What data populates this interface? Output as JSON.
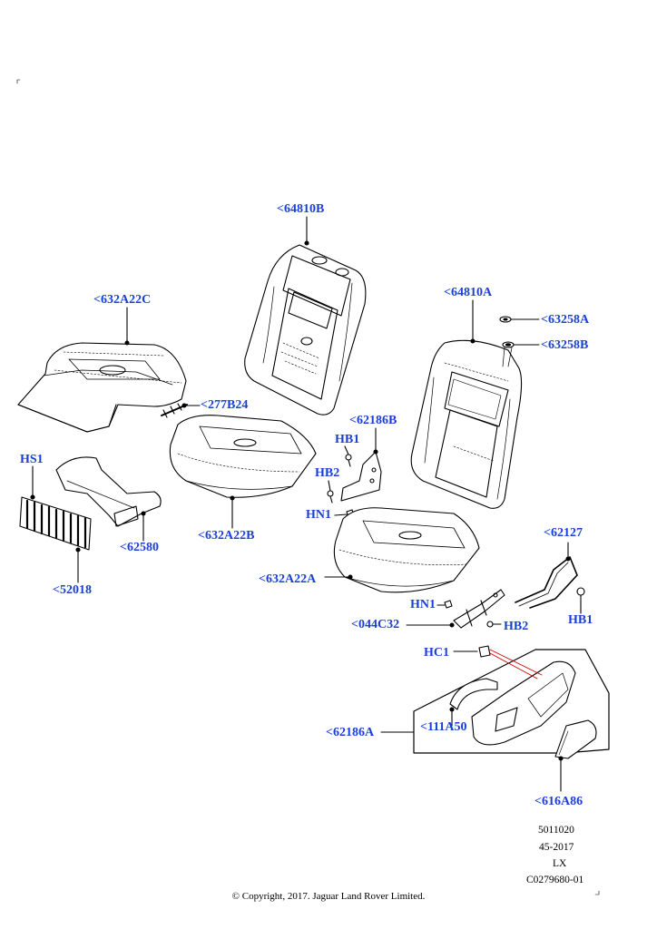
{
  "callouts": {
    "c64810B": "<64810B",
    "c632A22C": "<632A22C",
    "c64810A": "<64810A",
    "c63258A": "<63258A",
    "c63258B": "<63258B",
    "c277B24": "<277B24",
    "c62186B": "<62186B",
    "HB1_upper": "HB1",
    "HB2_upper": "HB2",
    "HN1_upper": "HN1",
    "HS1": "HS1",
    "c62580": "<62580",
    "c632A22B": "<632A22B",
    "c52018": "<52018",
    "c62127": "<62127",
    "c632A22A": "<632A22A",
    "HN1_lower": "HN1",
    "HB1_lower": "HB1",
    "c044C32": "<044C32",
    "HB2_lower": "HB2",
    "HC1": "HC1",
    "c62186A": "<62186A",
    "c111A50": "<111A50",
    "c616A86": "<616A86"
  },
  "meta": {
    "line1": "5011020",
    "line2": "45-2017",
    "line3": "LX",
    "line4": "C0279680-01"
  },
  "copyright": "© Copyright, 2017. Jaguar Land Rover Limited.",
  "colors": {
    "label": "#1a3fd6",
    "drawing": "#000000",
    "highlight": "#cc0000"
  }
}
